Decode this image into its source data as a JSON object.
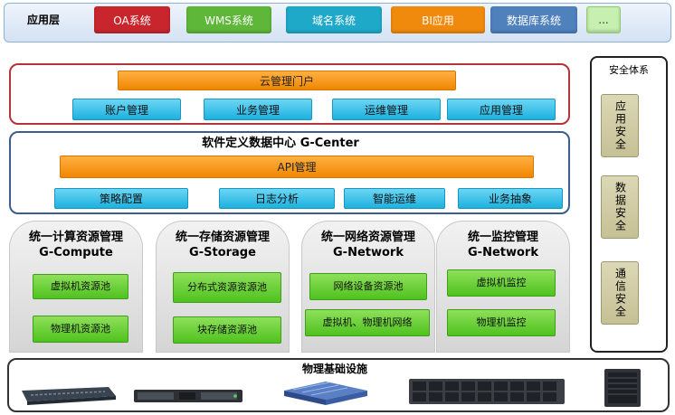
{
  "app_layer": {
    "label": "应用层",
    "apps": [
      {
        "label": "OA系统",
        "color": "#c8252c"
      },
      {
        "label": "WMS系统",
        "color": "#5fb73a"
      },
      {
        "label": "域名系统",
        "color": "#1fa9c9"
      },
      {
        "label": "BI应用",
        "color": "#f08a0c"
      },
      {
        "label": "数据库系统",
        "color": "#4f81bd"
      },
      {
        "label": "...",
        "color": "#c6efb0"
      }
    ]
  },
  "cloud_portal": {
    "title": "云管理门户",
    "items": [
      "账户管理",
      "业务管理",
      "运维管理",
      "应用管理"
    ]
  },
  "gcenter": {
    "title": "软件定义数据中心 G-Center",
    "api": "API管理",
    "items": [
      "策略配置",
      "日志分析",
      "智能运维",
      "业务抽象"
    ]
  },
  "resources": [
    {
      "title1": "统一计算资源管理",
      "title2": "G-Compute",
      "items": [
        "虚拟机资源池",
        "物理机资源池"
      ]
    },
    {
      "title1": "统一存储资源管理",
      "title2": "G-Storage",
      "items": [
        "分布式资源资源池",
        "块存储资源池"
      ]
    },
    {
      "title1": "统一网络资源管理",
      "title2": "G-Network",
      "items": [
        "网络设备资源池",
        "虚拟机、物理机网络"
      ]
    },
    {
      "title1": "统一监控管理",
      "title2": "G-Network",
      "items": [
        "虚拟机监控",
        "物理机监控"
      ]
    }
  ],
  "security": {
    "title": "安全体系",
    "items": [
      "应用安全",
      "数据安全",
      "通信安全"
    ]
  },
  "physical": {
    "title": "物理基础设施",
    "devices": [
      "switch-icon",
      "rack-server-icon",
      "server-cluster-icon",
      "storage-array-icon",
      "tower-server-icon"
    ]
  }
}
